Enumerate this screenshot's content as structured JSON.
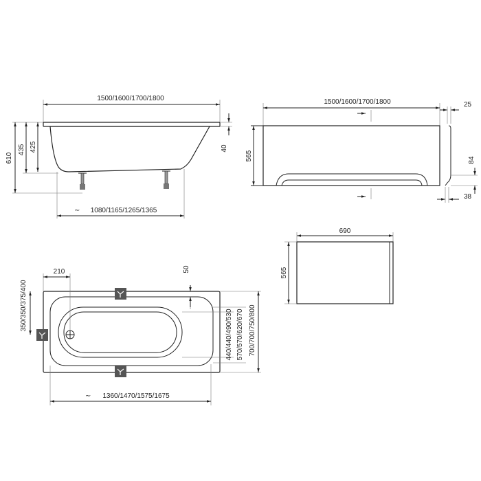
{
  "side_view": {
    "length": "1500/1600/1700/1800",
    "height_total": "610",
    "height_rim": "435",
    "height_inner": "425",
    "rim_thickness": "40",
    "bottom_length": "1080/1165/1265/1365"
  },
  "front_panel": {
    "length": "1500/1600/1700/1800",
    "height": "565",
    "profile_top": "25",
    "profile_mid": "84",
    "profile_bottom": "38"
  },
  "end_panel": {
    "width": "690",
    "height": "565"
  },
  "top_view": {
    "drain_offset": "210",
    "rim_offset": "50",
    "drain_position": "350/350/375/400",
    "inner_width": "440/440/490/530",
    "basin_width": "570/570/620/670",
    "outer_width": "700/700/750/800",
    "bottom_length": "1360/1470/1575/1675"
  },
  "colors": {
    "line": "#222222",
    "bracket": "#555555"
  }
}
